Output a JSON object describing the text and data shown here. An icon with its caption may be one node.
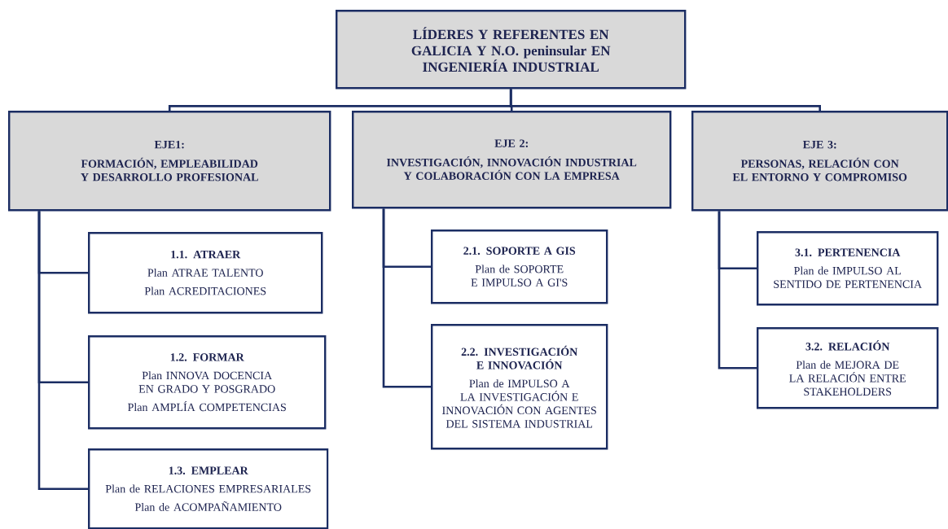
{
  "diagram": {
    "nodes": [
      {
        "text": [
          "LÍDERES Y REFERENTES EN GALICIA Y N.O. peninsular EN INGENIERÍA INDUSTRIAL"
        ]
      },
      {
        "text": [
          "EJE1:",
          "FORMACIÓN, EMPLEABILIDAD Y DESARROLLO PROFESIONAL"
        ]
      },
      {
        "text": [
          "EJE 2:",
          "INVESTIGACIÓN, INNOVACIÓN INDUSTRIAL Y COLABORACIÓN CON LA EMPRESA"
        ]
      },
      {
        "text": [
          "EJE 3:",
          "PERSONAS, RELACIÓN CON EL ENTORNO Y COMPROMISO"
        ]
      },
      {
        "text": [
          "1.1. ATRAER",
          "Plan ATRAE TALENTO",
          "Plan ACREDITACIONES"
        ]
      },
      {
        "text": [
          "1.2. FORMAR",
          "Plan INNOVA DOCENCIA EN GRADO Y POSGRADO",
          "Plan AMPLÍA COMPETENCIAS"
        ]
      },
      {
        "text": [
          "1.3. EMPLEAR",
          "Plan de RELACIONES EMPRESARIALES",
          "Plan de ACOMPAÑAMIENTO"
        ]
      },
      {
        "text": [
          "2.1. SOPORTE A GIS",
          "Plan de SOPORTE E IMPULSO A GI'S"
        ]
      },
      {
        "text": [
          "2.2. INVESTIGACIÓN E INNOVACIÓN",
          "Plan de IMPULSO A LA INVESTIGACIÓN E INNOVACIÓN CON AGENTES DEL SISTEMA INDUSTRIAL"
        ]
      },
      {
        "text": [
          "3.1. PERTENENCIA",
          "Plan de IMPULSO AL SENTIDO DE PERTENENCIA"
        ]
      },
      {
        "text": [
          "3.2. RELACIÓN",
          "Plan de MEJORA DE LA RELACIÓN ENTRE STAKEHOLDERS"
        ]
      }
    ],
    "edges": [
      {
        "from": 0,
        "to": 1,
        "arrow": "none"
      },
      {
        "from": 0,
        "to": 2,
        "arrow": "none"
      },
      {
        "from": 0,
        "to": 3,
        "arrow": "none"
      },
      {
        "from": 1,
        "to": 4,
        "arrow": "none"
      },
      {
        "from": 1,
        "to": 5,
        "arrow": "none"
      },
      {
        "from": 1,
        "to": 6,
        "arrow": "none"
      },
      {
        "from": 2,
        "to": 7,
        "arrow": "none"
      },
      {
        "from": 2,
        "to": 8,
        "arrow": "none"
      },
      {
        "from": 3,
        "to": 9,
        "arrow": "none"
      },
      {
        "from": 3,
        "to": 10,
        "arrow": "none"
      }
    ]
  }
}
